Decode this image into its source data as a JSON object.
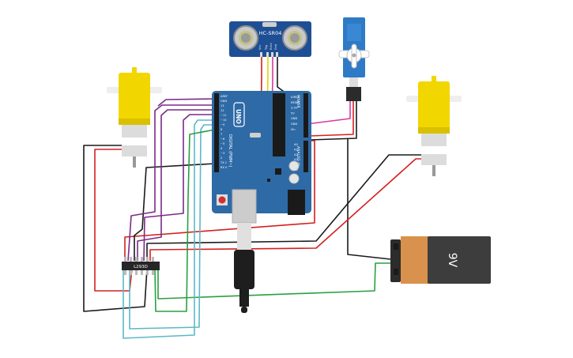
{
  "sensor": {
    "label": "HC-SR04",
    "pins": [
      "Vcc",
      "Trig",
      "Echo",
      "Gnd"
    ]
  },
  "arduino": {
    "logo": "UNO",
    "digital_label": "DIGITAL (PWM~)",
    "analog_label": "ANALOG IN",
    "power_label": "POWER",
    "digital_pins": [
      "AREF",
      "GND",
      "13",
      "12",
      "~11",
      "~10",
      "~9",
      "8",
      "7",
      "~6",
      "~5",
      "4",
      "~3",
      "2",
      "TX 1",
      "RX 0"
    ],
    "power_pins": [
      "IOREF",
      "RESET",
      "3.3V",
      "5V",
      "GND",
      "GND",
      "Vin"
    ],
    "analog_pins": [
      "A0",
      "A1",
      "A2",
      "A3",
      "A4",
      "A5"
    ]
  },
  "driver": {
    "label": "L293D"
  },
  "battery": {
    "label": "9V"
  },
  "colors": {
    "wire_red": "#d42020",
    "wire_black": "#1a1a1a",
    "wire_purple": "#7a2a8a",
    "wire_teal": "#5bb8c8",
    "wire_green": "#2aa040",
    "wire_yellow": "#e8d000",
    "wire_pink": "#d63aa0",
    "board_blue": "#2e6aa6",
    "motor_yellow": "#f2d600",
    "battery_orange": "#d9914e",
    "battery_dark": "#3d3d3d"
  },
  "icons": [
    "arduino-logo-icon",
    "usb-cable-icon",
    "reset-button-icon"
  ]
}
